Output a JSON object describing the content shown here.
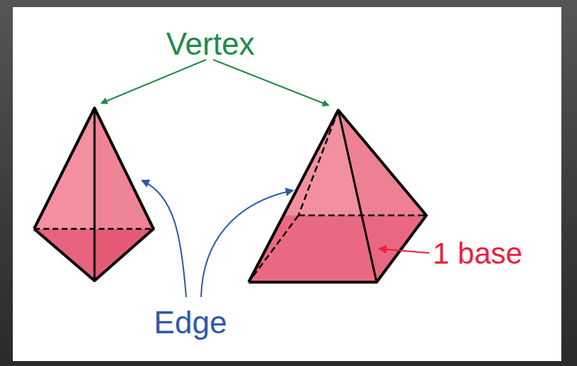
{
  "diagram": {
    "labels": [
      "Vertex",
      "Edge",
      "1 base"
    ]
  }
}
